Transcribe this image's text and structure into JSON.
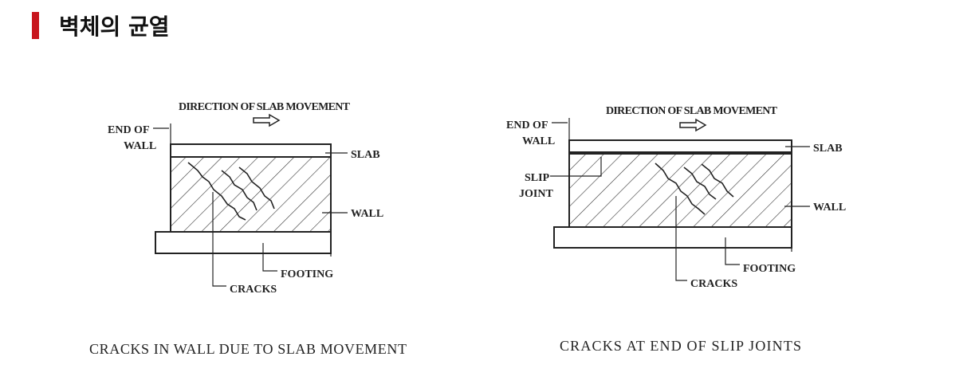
{
  "header": {
    "title": "벽체의 균열",
    "accent_color": "#c8161d"
  },
  "left_figure": {
    "direction": "DIRECTION OF SLAB MOVEMENT",
    "end_of": "END OF",
    "wall_word": "WALL",
    "slab": "SLAB",
    "wall": "WALL",
    "footing": "FOOTING",
    "cracks": "CRACKS",
    "caption": "CRACKS IN WALL DUE TO SLAB MOVEMENT"
  },
  "right_figure": {
    "direction": "DIRECTION OF SLAB MOVEMENT",
    "end_of": "END OF",
    "wall_word": "WALL",
    "slab": "SLAB",
    "slip": "SLIP",
    "joint": "JOINT",
    "wall": "WALL",
    "footing": "FOOTING",
    "cracks": "CRACKS",
    "caption": "CRACKS AT END OF SLIP JOINTS"
  }
}
